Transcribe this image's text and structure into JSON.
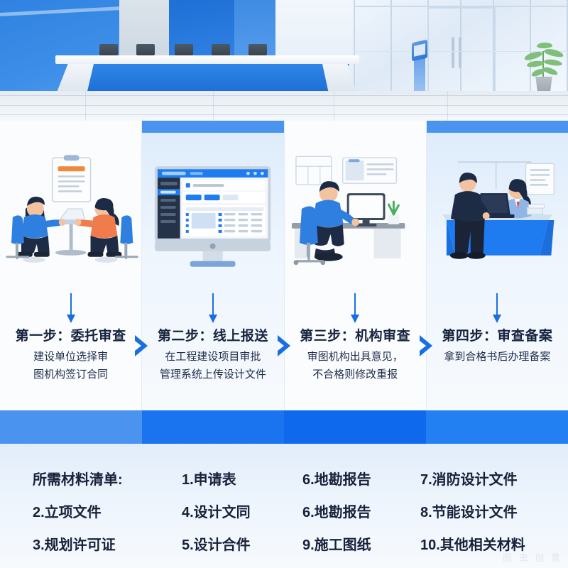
{
  "hero": {
    "scene_name": "government-service-hall",
    "colors": {
      "wall_blue": "#2f82e0",
      "counter_blue": "#1d6fd4",
      "floor": "#e6ecf2"
    }
  },
  "colors": {
    "accent_blue": "#1a73ef",
    "cap_blue": "#4a93ef",
    "title_navy": "#16243f",
    "body_navy": "#1d2c4a",
    "orange": "#ef7c3a"
  },
  "steps": [
    {
      "id": "step-1",
      "title": "第一步：委托审查",
      "desc_lines": [
        "建设单位选择审",
        "图机构签订合同"
      ],
      "art": "two-people-meeting-table-clipboard",
      "tinted": false
    },
    {
      "id": "step-2",
      "title": "第二步：线上报送",
      "desc_lines": [
        "在工程建设项目审批",
        "管理系统上传设计文件"
      ],
      "art": "desktop-monitor-dashboard",
      "tinted": true
    },
    {
      "id": "step-3",
      "title": "第三步：机构审查",
      "desc_lines": [
        "审图机构出具意见，",
        "不合格则修改重报"
      ],
      "art": "reviewer-at-desk-with-monitor",
      "tinted": false
    },
    {
      "id": "step-4",
      "title": "第四步：审查备案",
      "desc_lines": [
        "拿到合格书后办理备案"
      ],
      "art": "service-counter-filing",
      "tinted": true
    }
  ],
  "materials": {
    "heading": "所需材料清单:",
    "items": [
      "1.申请表",
      "6.地勘报告",
      "7.消防设计文件",
      "2.立项文件",
      "4.设计文同",
      "6.地勘报告",
      "8.节能设计文件",
      "3.规划许可证",
      "5.设计合件",
      "9.施工图纸",
      "10.其他相关材料"
    ]
  },
  "watermark": "图 虫 创 意"
}
